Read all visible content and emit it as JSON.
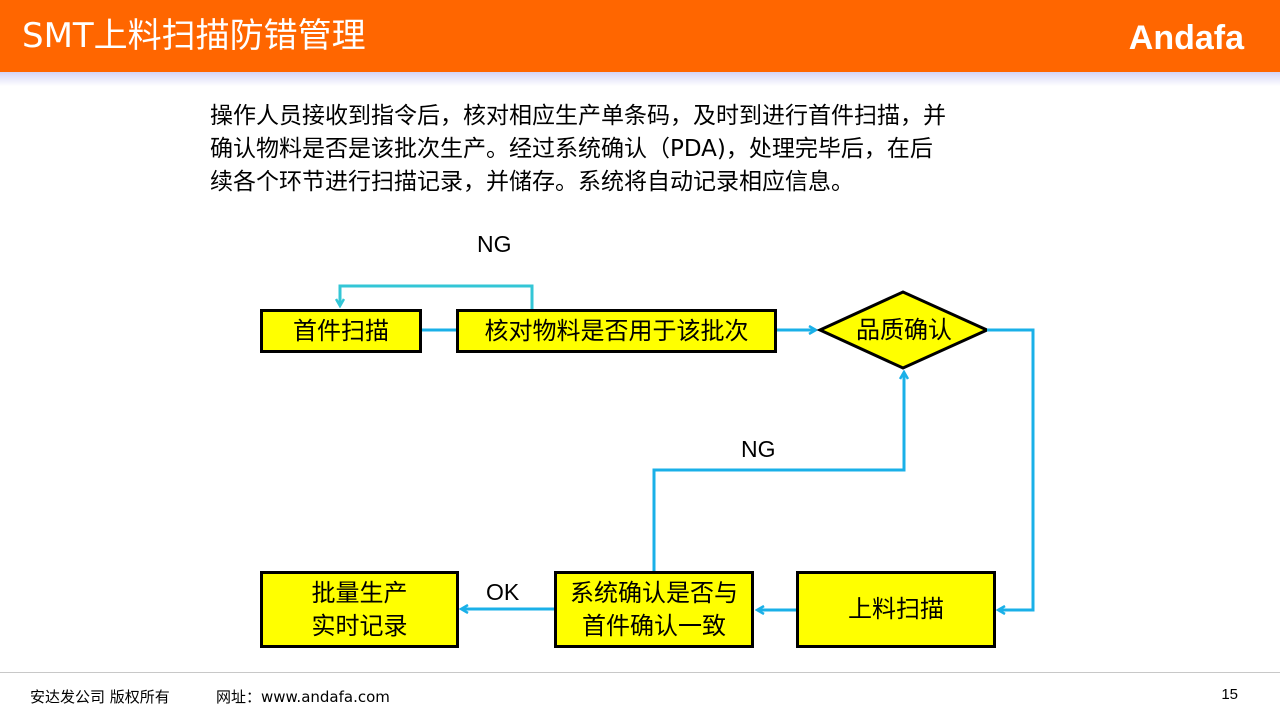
{
  "header": {
    "title": "SMT上料扫描防错管理",
    "brand": "Andafa",
    "brand_color": "#ff6600"
  },
  "description": {
    "lines": [
      "操作人员接收到指令后，核对相应生产单条码，及时到进行首件扫描，并",
      "确认物料是否是该批次生产。经过系统确认（PDA)，处理完毕后，在后",
      "续各个环节进行扫描记录，并储存。系统将自动记录相应信息。"
    ]
  },
  "flowchart": {
    "colors": {
      "node_fill": "#ffff00",
      "connector": "#1ab0e8",
      "loop_connector": "#33c6d6"
    },
    "nodes": {
      "first_scan": "首件扫描",
      "check_material": "核对物料是否用于该批次",
      "quality_confirm": "品质确认",
      "feed_scan": "上料扫描",
      "system_confirm_line1": "系统确认是否与",
      "system_confirm_line2": "首件确认一致",
      "batch_line1": "批量生产",
      "batch_line2": "实时记录"
    },
    "edge_labels": {
      "ng_top": "NG",
      "ng_middle": "NG",
      "ok": "OK"
    }
  },
  "footer": {
    "copyright": "安达发公司 版权所有",
    "website_label": "网址：www.andafa.com",
    "page_number": "15"
  }
}
